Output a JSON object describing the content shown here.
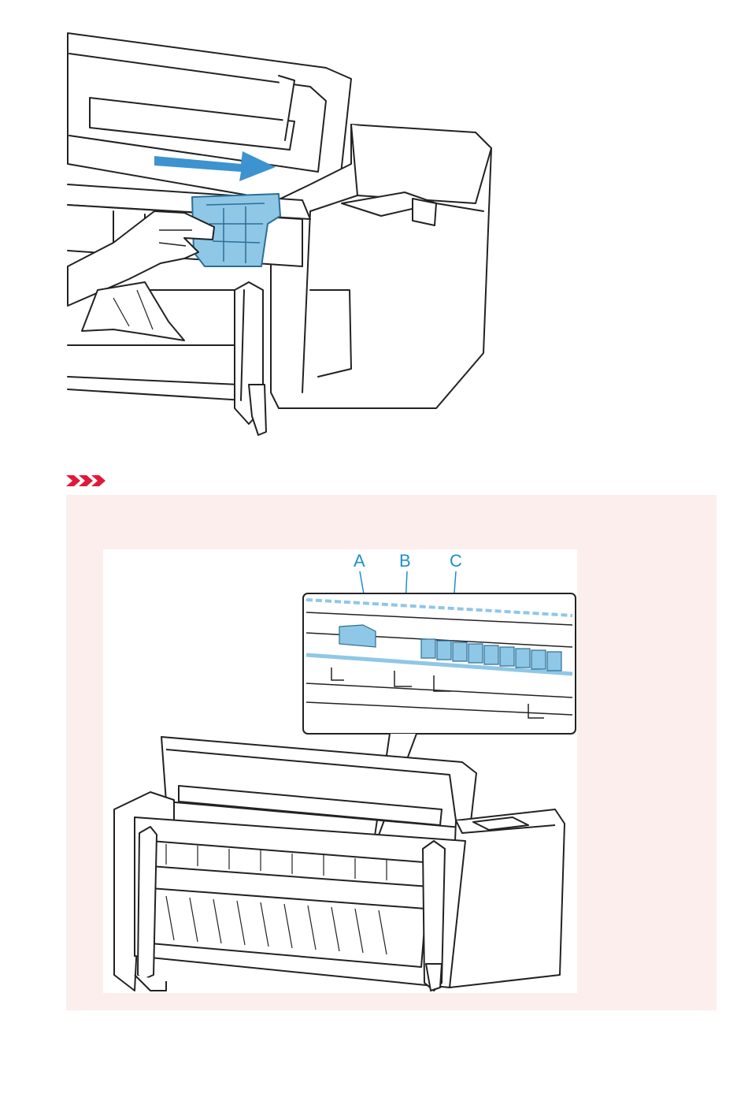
{
  "figure_labels": {
    "a": "A",
    "b": "B",
    "c": "C"
  },
  "colors": {
    "accent_blue": "#5aaed8",
    "important_red": "#e0193a",
    "box_bg": "#fdeeee"
  },
  "icons": {
    "important": "important-chevrons-icon"
  }
}
